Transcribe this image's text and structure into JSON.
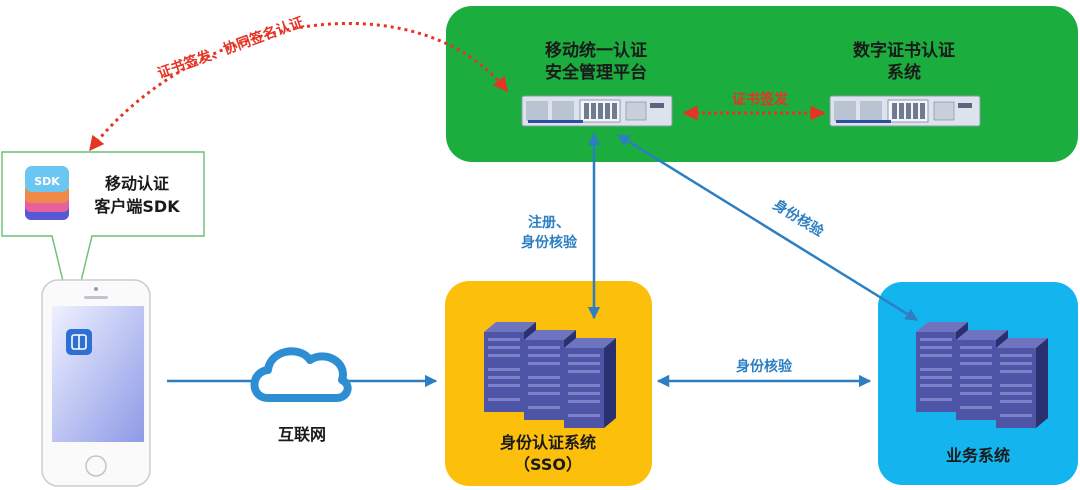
{
  "colors": {
    "green": "#1BAE3E",
    "yellow": "#FCBF0B",
    "cyan": "#14B5EE",
    "flow_blue": "#2C7FC3",
    "cloud_blue": "#2D8ED3",
    "red": "#E53424",
    "server_face": "#4E55A6",
    "server_side": "#2B3170",
    "server_top": "#6E74C0"
  },
  "nodes": {
    "mobile_auth_platform": "移动统一认证\n安全管理平台",
    "cert_system": "数字证书认证\n系统",
    "sdk_label": "移动认证\n客户端SDK",
    "sdk_icon_text": "SDK",
    "identity_system": "身份认证系统\n（SSO）",
    "business_system": "业务系统",
    "internet": "互联网"
  },
  "edges": {
    "cert_sign_coop": "证书签发、协同签名认证",
    "cert_sign": "证书签发",
    "register_verify": "注册、\n身份核验",
    "identity_verify_diag": "身份核验",
    "identity_verify_h": "身份核验"
  },
  "icons": {
    "rack_server": "rack-server-icon",
    "server_cluster": "server-cluster-icon",
    "cloud": "cloud-icon",
    "phone": "smartphone-icon",
    "app": "app-icon",
    "sdk": "sdk-stack-icon"
  }
}
